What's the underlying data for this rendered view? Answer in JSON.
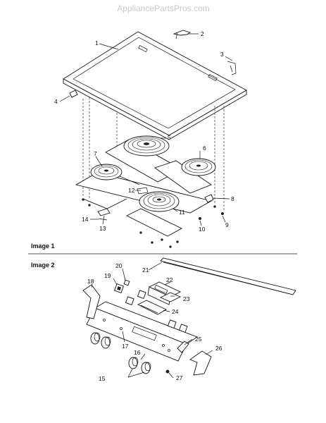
{
  "watermark": "AppliancePartsPros.com",
  "sections": [
    {
      "label": "Image 1"
    },
    {
      "label": "Image 2"
    }
  ],
  "callouts": [
    "1",
    "2",
    "3",
    "4",
    "5",
    "6",
    "7",
    "8",
    "9",
    "10",
    "11",
    "12",
    "13",
    "14",
    "15",
    "16",
    "17",
    "18",
    "19",
    "20",
    "21",
    "22",
    "23",
    "24",
    "25",
    "26",
    "27"
  ],
  "colors": {
    "line": "#111111",
    "background": "#ffffff",
    "watermark": "#c8c8c8"
  }
}
